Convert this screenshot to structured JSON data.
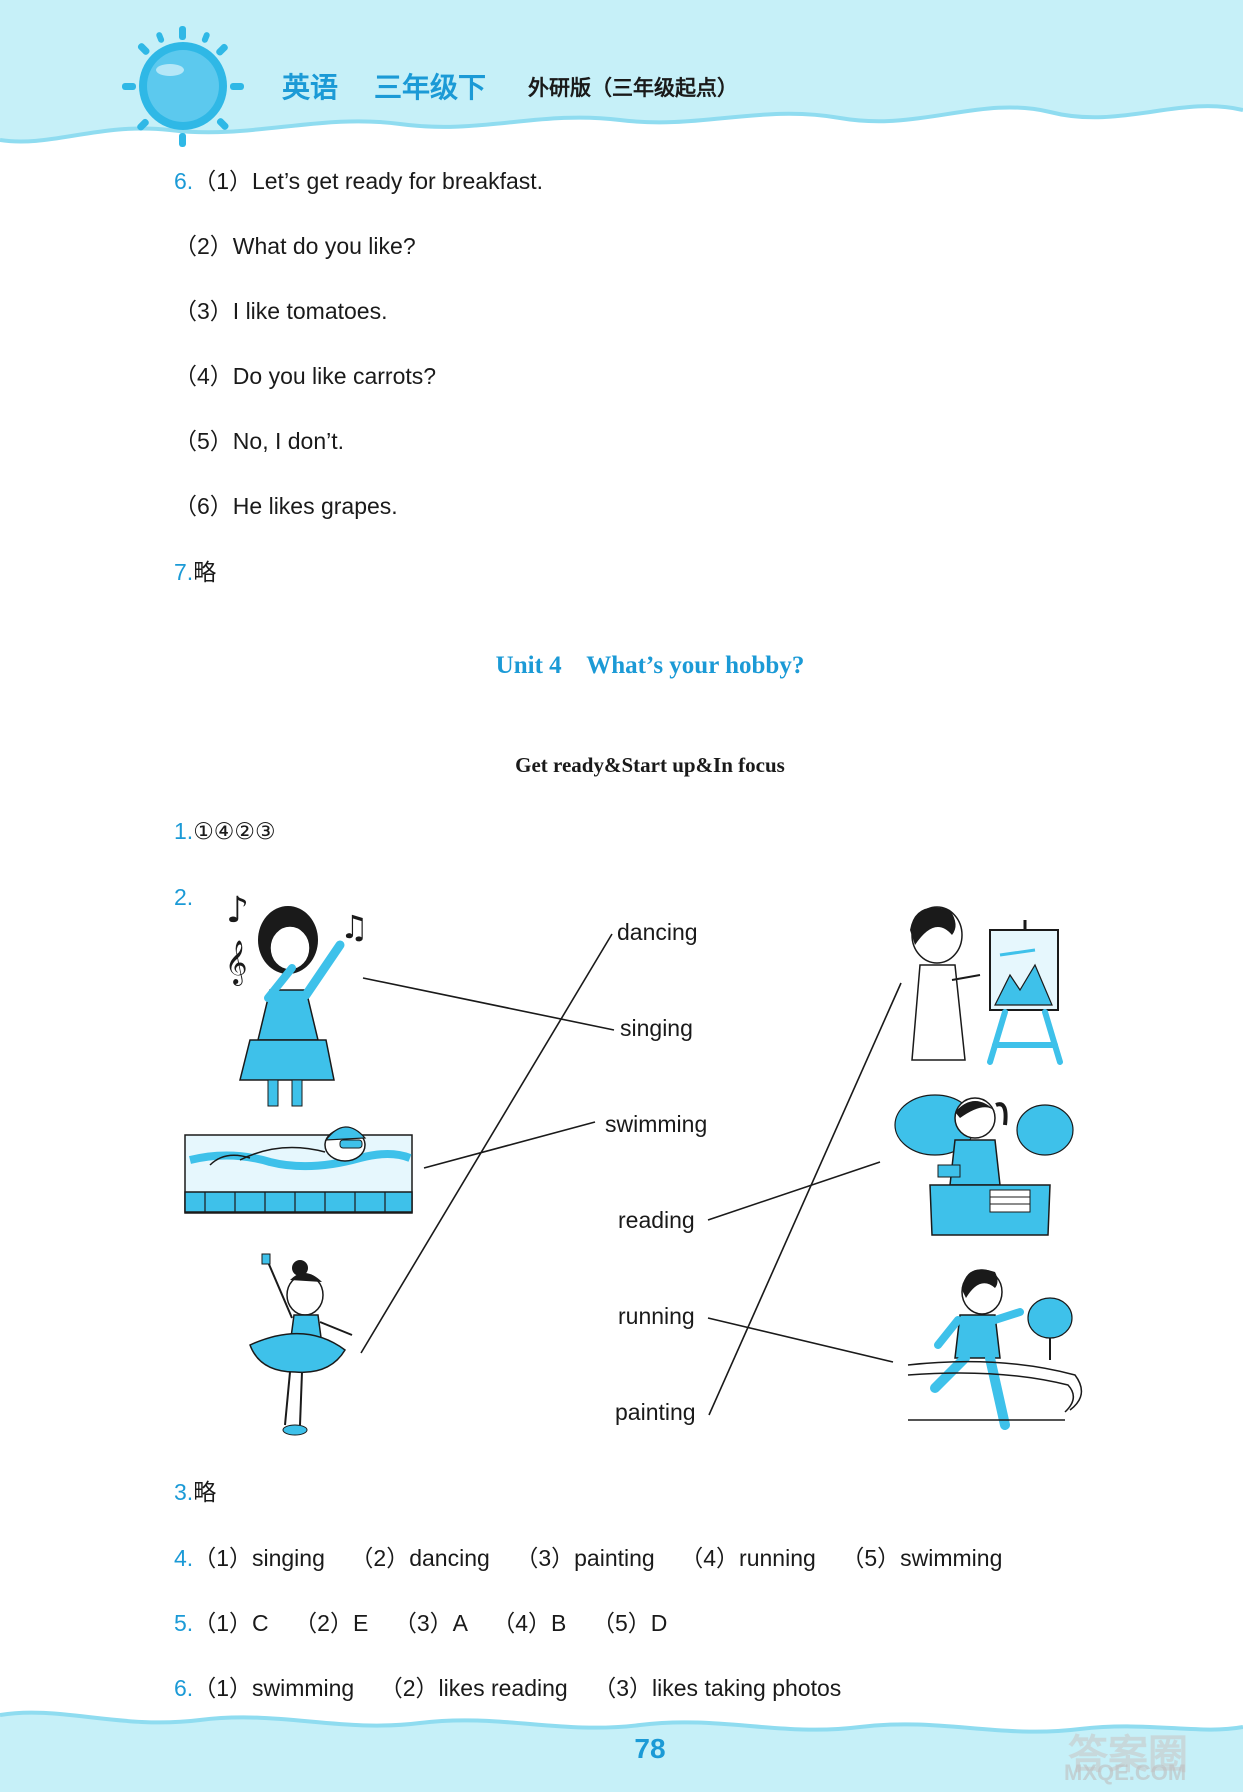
{
  "header": {
    "subject": "英语",
    "grade": "三年级下",
    "edition": "外研版（三年级起点）"
  },
  "unit3_answers": [
    {
      "num": "6.",
      "text": "（1）Let’s get ready for breakfast."
    },
    {
      "num": "",
      "text": "（2）What do you like?"
    },
    {
      "num": "",
      "text": "（3）I like tomatoes."
    },
    {
      "num": "",
      "text": "（4）Do you like carrots?"
    },
    {
      "num": "",
      "text": "（5）No, I don’t."
    },
    {
      "num": "",
      "text": "（6）He likes grapes."
    },
    {
      "num": "7.",
      "text": "略"
    }
  ],
  "unit_title": "Unit 4    What’s your hobby?",
  "section_title": "Get ready&Start up&In focus",
  "q1": {
    "num": "1.",
    "text": "①④②③"
  },
  "q2": {
    "num": "2.",
    "words": [
      "dancing",
      "singing",
      "swimming",
      "reading",
      "running",
      "painting"
    ],
    "left_pictures": [
      "singing girl",
      "swimming boy",
      "dancing girl"
    ],
    "right_pictures": [
      "painting boy",
      "reading girl",
      "running boy"
    ]
  },
  "q3": {
    "num": "3.",
    "text": "略"
  },
  "q4": {
    "num": "4.",
    "text": "（1）singing    （2）dancing    （3）painting    （4）running    （5）swimming"
  },
  "q5": {
    "num": "5.",
    "text": "（1）C    （2）E    （3）A    （4）B    （5）D"
  },
  "q6": {
    "num": "6.",
    "text": "（1）swimming    （2）likes reading    （3）likes taking photos"
  },
  "page_number": "78",
  "watermark": {
    "main": "答案圈",
    "sub": "MXQE.COM"
  },
  "colors": {
    "accent": "#1b9ad6",
    "header_bg": "#bfeff7",
    "wave": "#7fd6ee"
  }
}
